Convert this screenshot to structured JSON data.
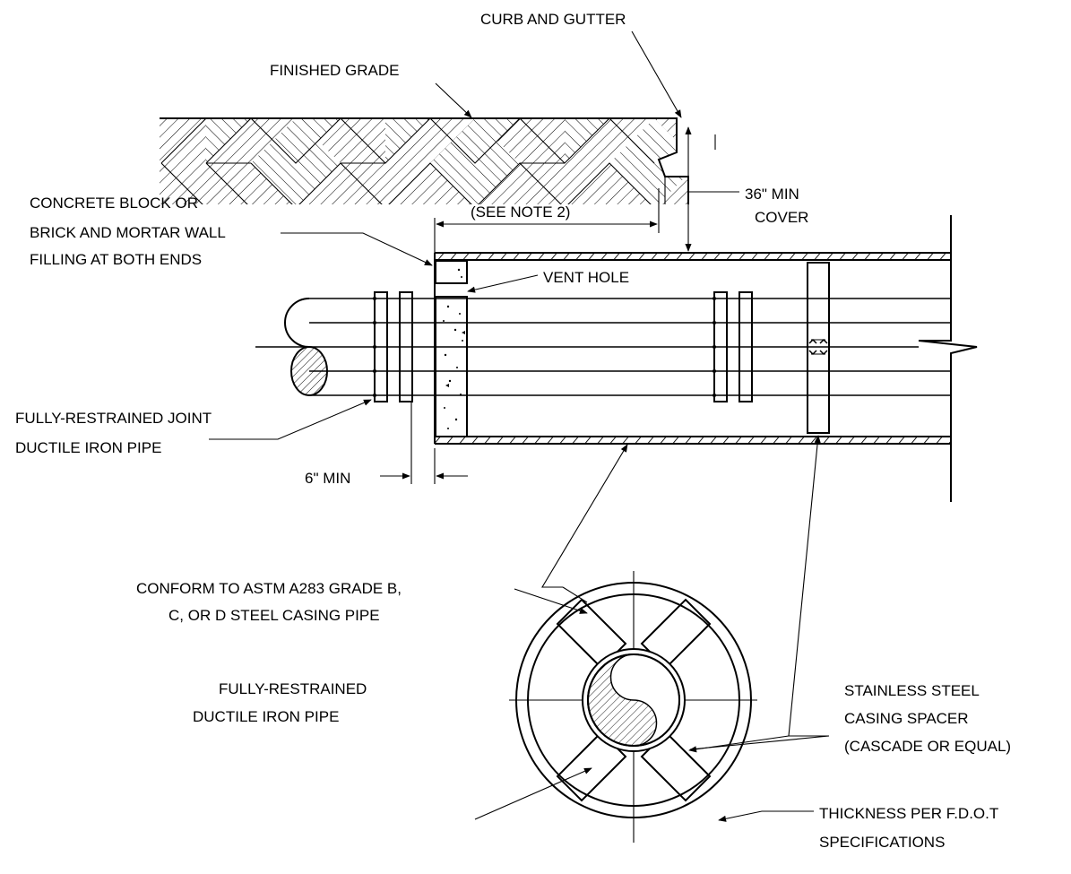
{
  "labels": {
    "curb_and_gutter": "CURB AND GUTTER",
    "finished_grade": "FINISHED GRADE",
    "wall_line1": "CONCRETE BLOCK OR",
    "wall_line2": "BRICK AND MORTAR WALL",
    "wall_line3": "FILLING AT BOTH ENDS",
    "see_note": "(SEE NOTE 2)",
    "min_cover_line1": "36\" MIN",
    "min_cover_line2": "COVER",
    "vent_hole": "VENT HOLE",
    "joint_line1": "FULLY-RESTRAINED JOINT",
    "joint_line2": "DUCTILE IRON PIPE",
    "six_min": "6\" MIN",
    "astm_line1": "CONFORM TO ASTM A283 GRADE B,",
    "astm_line2": "C, OR D STEEL CASING PIPE",
    "dip_line1": "FULLY-RESTRAINED",
    "dip_line2": "DUCTILE IRON PIPE",
    "spacer_line1": "STAINLESS STEEL",
    "spacer_line2": "CASING SPACER",
    "spacer_line3": "(CASCADE OR EQUAL)",
    "thickness_line1": "THICKNESS PER F.D.O.T",
    "thickness_line2": "SPECIFICATIONS"
  }
}
